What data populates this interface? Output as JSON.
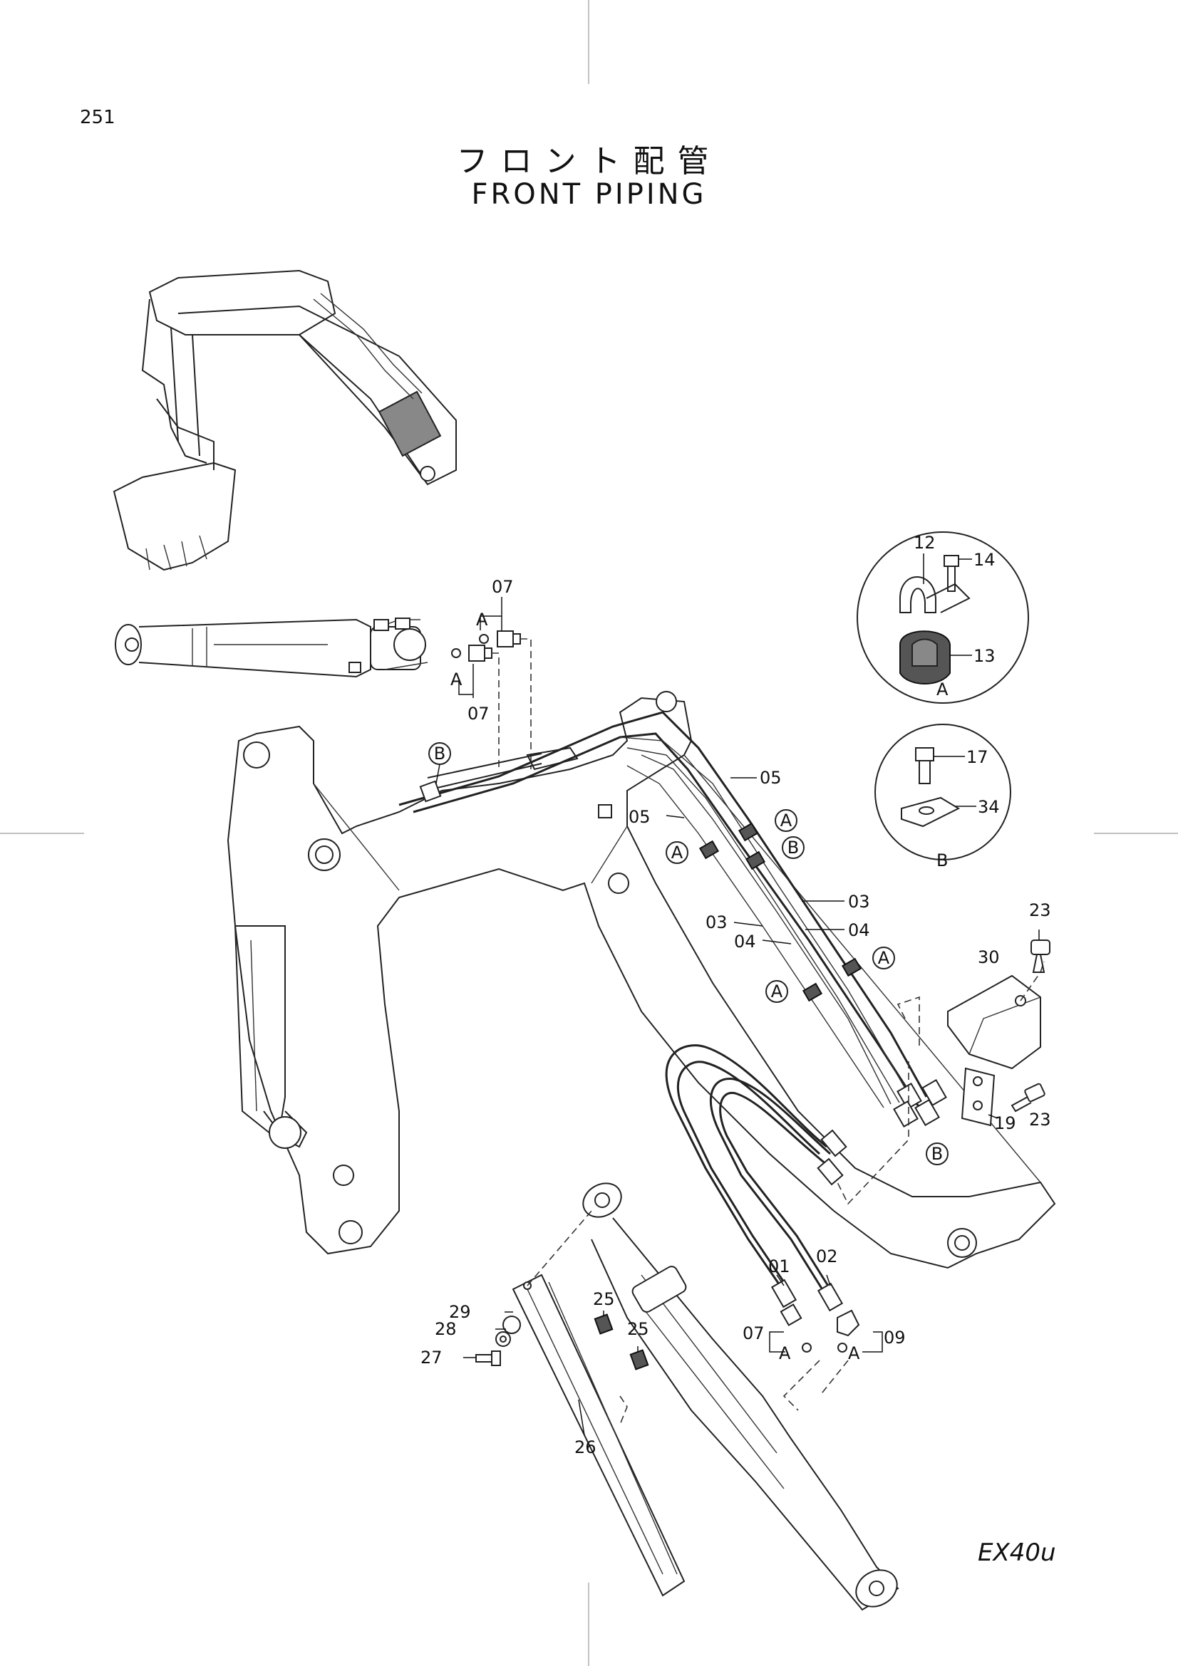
{
  "page_number": "251",
  "title_jp": "フロント配管",
  "title_en": "FRONT PIPING",
  "model": "EX40u",
  "detail_views": {
    "a": {
      "letter": "A",
      "parts": [
        "12",
        "14",
        "13"
      ]
    },
    "b": {
      "letter": "B",
      "parts": [
        "17",
        "34"
      ]
    }
  },
  "callouts": {
    "c07_top": "07",
    "c07_bot": "07",
    "cA_top": "A",
    "cA_bot": "A",
    "c05_r": "05",
    "c05_l": "05",
    "c03_r": "03",
    "c03_l": "03",
    "c04_r": "04",
    "c04_l": "04",
    "c23_top": "23",
    "c30": "30",
    "c23_bot": "23",
    "c19": "19",
    "c01": "01",
    "c02": "02",
    "c07_low": "07",
    "c09": "09",
    "cA_low1": "A",
    "cA_low2": "A",
    "c25_a": "25",
    "c25_b": "25",
    "c29": "29",
    "c28": "28",
    "c27": "27",
    "c26": "26"
  },
  "circle_markers": {
    "mB_1": "B",
    "mA_1": "A",
    "mB_2": "B",
    "mA_2": "A",
    "mA_3": "A",
    "mA_4": "A",
    "mB_3": "B"
  }
}
